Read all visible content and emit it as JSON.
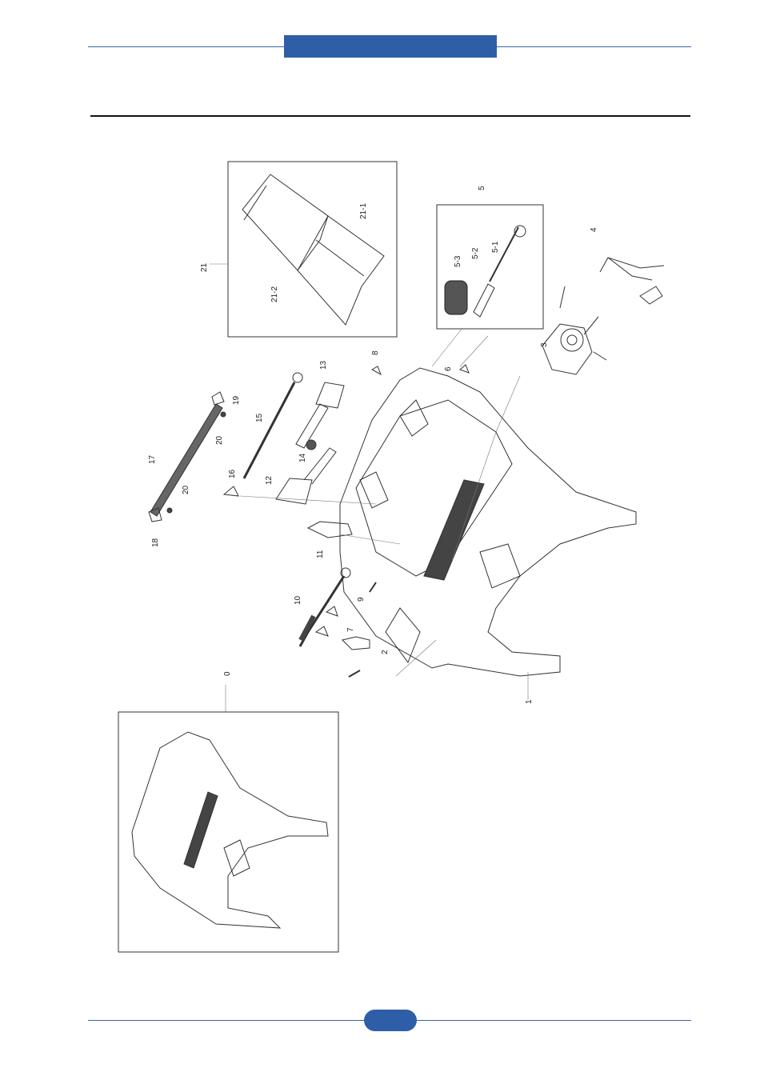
{
  "header": {
    "tab_text": ""
  },
  "footer": {
    "page_number": ""
  },
  "diagram": {
    "labels": {
      "p0": "0",
      "p1": "1",
      "p2": "2",
      "p3": "3",
      "p4": "4",
      "p5": "5",
      "p5_1": "5-1",
      "p5_2": "5-2",
      "p5_3": "5-3",
      "p6": "6",
      "p7": "7",
      "p8": "8",
      "p9": "9",
      "p10": "10",
      "p11": "11",
      "p12": "12",
      "p13": "13",
      "p14": "14",
      "p15": "15",
      "p16": "16",
      "p17": "17",
      "p18": "18",
      "p19": "19",
      "p20a": "20",
      "p20b": "20",
      "p21": "21",
      "p21_1": "21-1",
      "p21_2": "21-2"
    }
  }
}
